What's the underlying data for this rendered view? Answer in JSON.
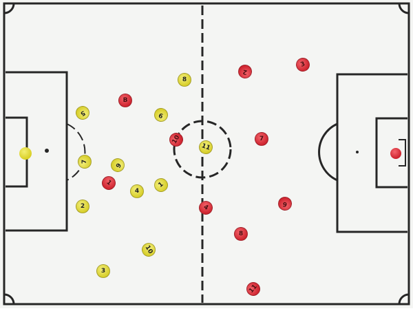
{
  "pitch": {
    "line_color": "#262626",
    "background": "#f4f5f3"
  },
  "colors": {
    "yellow_team": "#e0d836",
    "red_team": "#d92c36"
  },
  "yellow_team": [
    {
      "number": "8"
    },
    {
      "number": "5"
    },
    {
      "number": "9"
    },
    {
      "number": "11"
    },
    {
      "number": "7"
    },
    {
      "number": "6"
    },
    {
      "number": "4"
    },
    {
      "number": "1"
    },
    {
      "number": "2"
    },
    {
      "number": "10"
    },
    {
      "number": "3"
    }
  ],
  "red_team": [
    {
      "number": "2"
    },
    {
      "number": "3"
    },
    {
      "number": "B"
    },
    {
      "number": "10"
    },
    {
      "number": "7"
    },
    {
      "number": "1"
    },
    {
      "number": "4"
    },
    {
      "number": "6"
    },
    {
      "number": "8"
    },
    {
      "number": "11"
    }
  ],
  "yellow_keeper": {
    "number": ""
  },
  "red_keeper": {
    "number": ""
  }
}
